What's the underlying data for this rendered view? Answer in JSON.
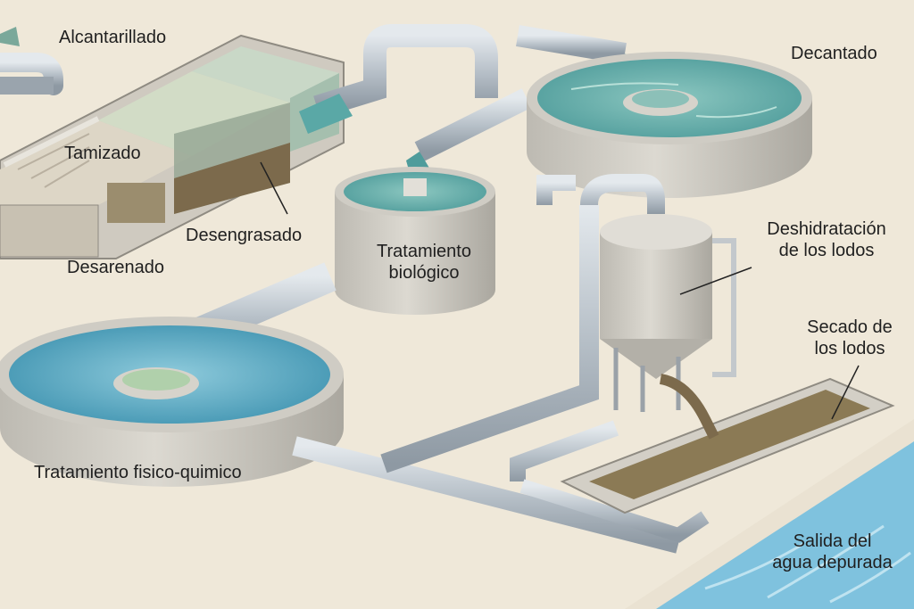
{
  "labels": {
    "alcantarillado": "Alcantarillado",
    "tamizado": "Tamizado",
    "desengrasado": "Desengrasado",
    "desarenado": "Desarenado",
    "decantado": "Decantado",
    "tratamiento_biologico": [
      "Tratamiento",
      "biológico"
    ],
    "deshidratacion": [
      "Deshidratación",
      "de los lodos"
    ],
    "secado": [
      "Secado de",
      "los lodos"
    ],
    "tratamiento_fisico_quimico": "Tratamiento fisico-quimico",
    "salida": [
      "Salida del",
      "agua depurada"
    ]
  },
  "colors": {
    "background": "#efe8d9",
    "concrete": "#d6d3cb",
    "pipe": "#b9c1c8",
    "water": "#6fb0ad",
    "water_blue": "#5fa9c1",
    "sludge": "#8b7a55",
    "river": "#7fc2de"
  }
}
